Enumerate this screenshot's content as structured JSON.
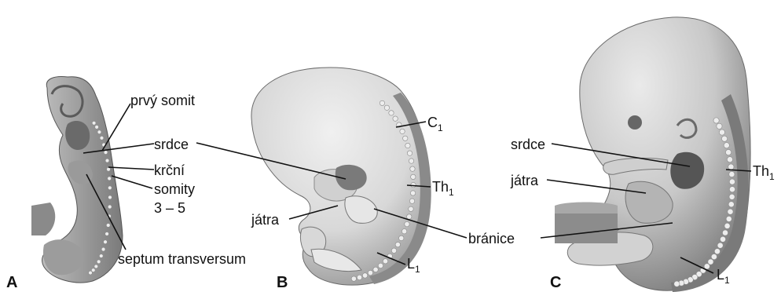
{
  "panels": {
    "a": "A",
    "b": "B",
    "c": "C"
  },
  "labels_a": {
    "first_somite": "prvý somit",
    "heart": "srdce",
    "cervical": "krční",
    "somites": "somity",
    "range": "3 – 5",
    "septum": "septum transversum"
  },
  "labels_b": {
    "c1_main": "C",
    "c1_sub": "1",
    "th1_main": "Th",
    "th1_sub": "1",
    "liver": "játra",
    "l1_main": "L",
    "l1_sub": "1"
  },
  "labels_c": {
    "heart": "srdce",
    "liver": "játra",
    "th1_main": "Th",
    "th1_sub": "1",
    "l1_main": "L",
    "l1_sub": "1"
  },
  "shared": {
    "diaphragm": "bránice"
  },
  "colors": {
    "embryo_light": "#e4e4e4",
    "embryo_mid": "#c4c4c4",
    "embryo_dark": "#8a8a8a",
    "heart": "#5a5a5a",
    "somite": "#f2f2f2"
  }
}
